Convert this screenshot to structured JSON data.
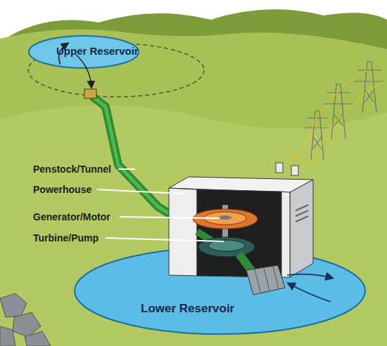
{
  "diagram": {
    "nodes": [
      {
        "text": [
          "Upper Reservoir"
        ]
      },
      {
        "text": [
          "Lower Reservoir"
        ]
      }
    ],
    "labels": [
      "Penstock/Tunnel",
      "Powerhouse",
      "Generator/Motor",
      "Turbine/Pump"
    ]
  }
}
